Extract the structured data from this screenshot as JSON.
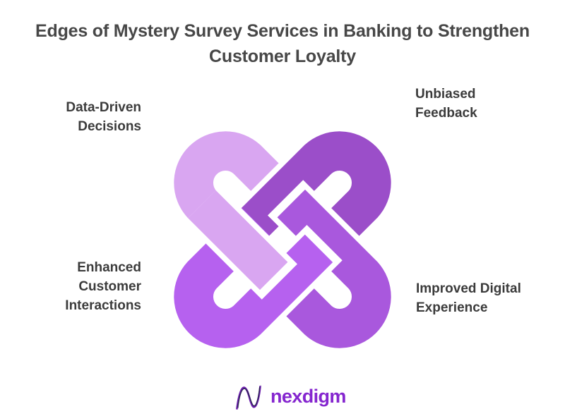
{
  "title": "Edges of Mystery Survey Services in Banking to Strengthen Customer Loyalty",
  "labels": {
    "top_left": "Data-Driven\nDecisions",
    "top_right": "Unbiased\nFeedback",
    "bottom_left": "Enhanced\nCustomer\nInteractions",
    "bottom_right": "Improved Digital\nExperience"
  },
  "knot": {
    "colors": {
      "top_left": "#d9a6f1",
      "top_right": "#9b4ec9",
      "bottom_right": "#a958dd",
      "bottom_left": "#b661ef"
    }
  },
  "logo": {
    "wordmark": "nexdigm",
    "wordmark_color": "#8526cf",
    "mark_purple": "#6d1fae",
    "mark_navy": "#2a2550",
    "mark_gray": "#b9b4c6"
  },
  "background": "#ffffff",
  "title_color": "#474747",
  "label_color": "#3b3b3b"
}
